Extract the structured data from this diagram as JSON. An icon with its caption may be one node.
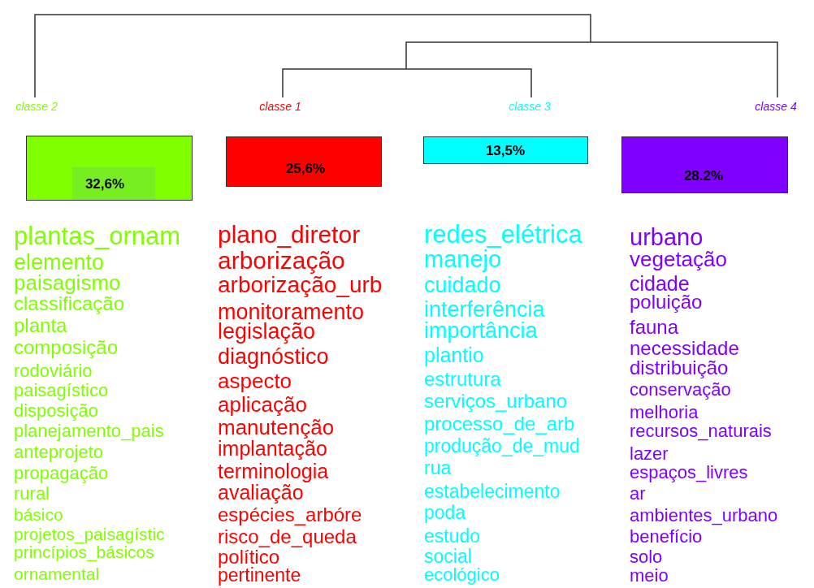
{
  "diagram": {
    "nodes": [
      {
        "text": [
          "classe  2",
          "32,6%"
        ],
        "beside": [
          "plantas_ornam",
          "elemento",
          "paisagismo",
          "classificação",
          "planta",
          "composição",
          "rodoviário",
          "paisagístico",
          "disposição",
          "planejamento_pais",
          "anteprojeto",
          "propagação",
          "rural",
          "básico",
          "projetos_paisagístic",
          "princípios_básicos",
          "ornamental"
        ]
      },
      {
        "text": [
          "classe  1",
          "25,6%"
        ],
        "beside": [
          "plano_diretor",
          "arborização",
          "arborização_urb",
          "monitoramento",
          "legislação",
          "diagnóstico",
          "aspecto",
          "aplicação",
          "manutenção",
          "implantação",
          "terminologia",
          "avaliação",
          "espécies_arbóre",
          "risco_de_queda",
          "político",
          "pertinente"
        ]
      },
      {
        "text": [
          "classe  3",
          "13,5%"
        ],
        "beside": [
          "redes_elétrica",
          "manejo",
          "cuidado",
          "interferência",
          "importância",
          "plantio",
          "estrutura",
          "serviços_urbano",
          "processo_de_arb",
          "produção_de_mud",
          "rua",
          "estabelecimento",
          "poda",
          "estudo",
          "social",
          "ecológico"
        ]
      },
      {
        "text": [
          "classe  4",
          "28.2%"
        ],
        "beside": [
          "urbano",
          "vegetação",
          "cidade",
          "poluição",
          "fauna",
          "necessidade",
          "distribuição",
          "conservação",
          "melhoria",
          "recursos_naturais",
          "lazer",
          "espaços_livres",
          "ar",
          "ambientes_urbano",
          "benefício",
          "solo",
          "meio"
        ]
      }
    ]
  }
}
